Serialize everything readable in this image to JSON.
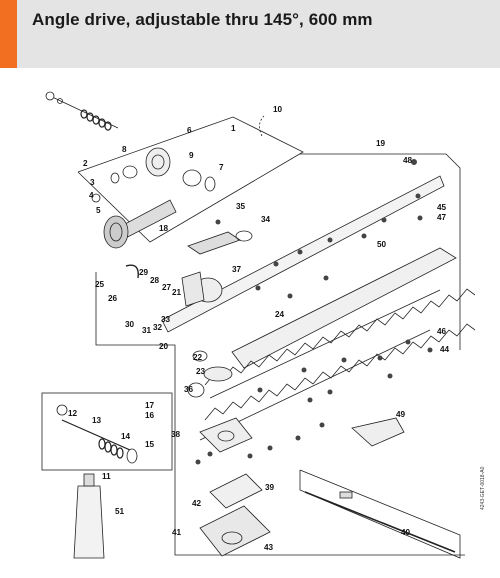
{
  "page": {
    "title": "Angle drive, adjustable thru 145°, 600 mm",
    "doc_code": "4243-GET-0018-A0",
    "accent_color": "#f26f21",
    "header_bg": "#e4e4e4"
  },
  "callouts": [
    "1",
    "2",
    "3",
    "4",
    "5",
    "6",
    "7",
    "8",
    "9",
    "10",
    "11",
    "12",
    "13",
    "14",
    "15",
    "16",
    "17",
    "18",
    "19",
    "20",
    "21",
    "22",
    "23",
    "24",
    "25",
    "26",
    "27",
    "28",
    "29",
    "30",
    "31",
    "32",
    "33",
    "34",
    "35",
    "36",
    "37",
    "38",
    "39",
    "40",
    "41",
    "42",
    "43",
    "44",
    "45",
    "46",
    "47",
    "48",
    "49",
    "50",
    "51"
  ]
}
